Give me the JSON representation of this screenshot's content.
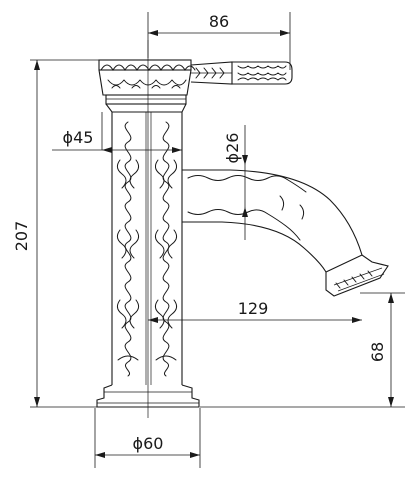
{
  "drawing": {
    "dimensions": {
      "handle_offset": "86",
      "body_diameter": "ϕ45",
      "spout_diameter": "ϕ26",
      "total_height": "207",
      "spout_reach": "129",
      "spout_height": "68",
      "base_diameter": "ϕ60"
    }
  }
}
